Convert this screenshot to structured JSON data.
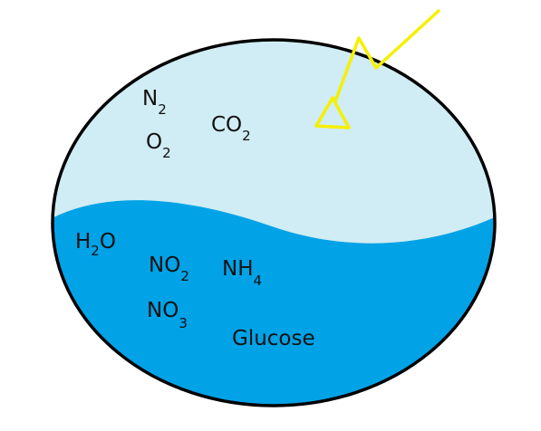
{
  "colors": {
    "atmosphere": "#d0ecf4",
    "water": "#02a2e6",
    "outline": "#000000",
    "sunlight": "#f5f000"
  },
  "icons": {
    "sunlight": "lightning-arrow-icon"
  },
  "atmosphere": {
    "n2": {
      "main": "N",
      "sub": "2"
    },
    "o2": {
      "main": "O",
      "sub": "2"
    },
    "co2": {
      "main": "CO",
      "sub": "2"
    }
  },
  "water": {
    "h2o": {
      "pre": "H",
      "sub": "2",
      "post": "O"
    },
    "no2": {
      "main": "NO",
      "sub": "2"
    },
    "nh4": {
      "main": "NH",
      "sub": "4"
    },
    "no3": {
      "main": "NO",
      "sub": "3"
    },
    "glucose": "Glucose"
  }
}
